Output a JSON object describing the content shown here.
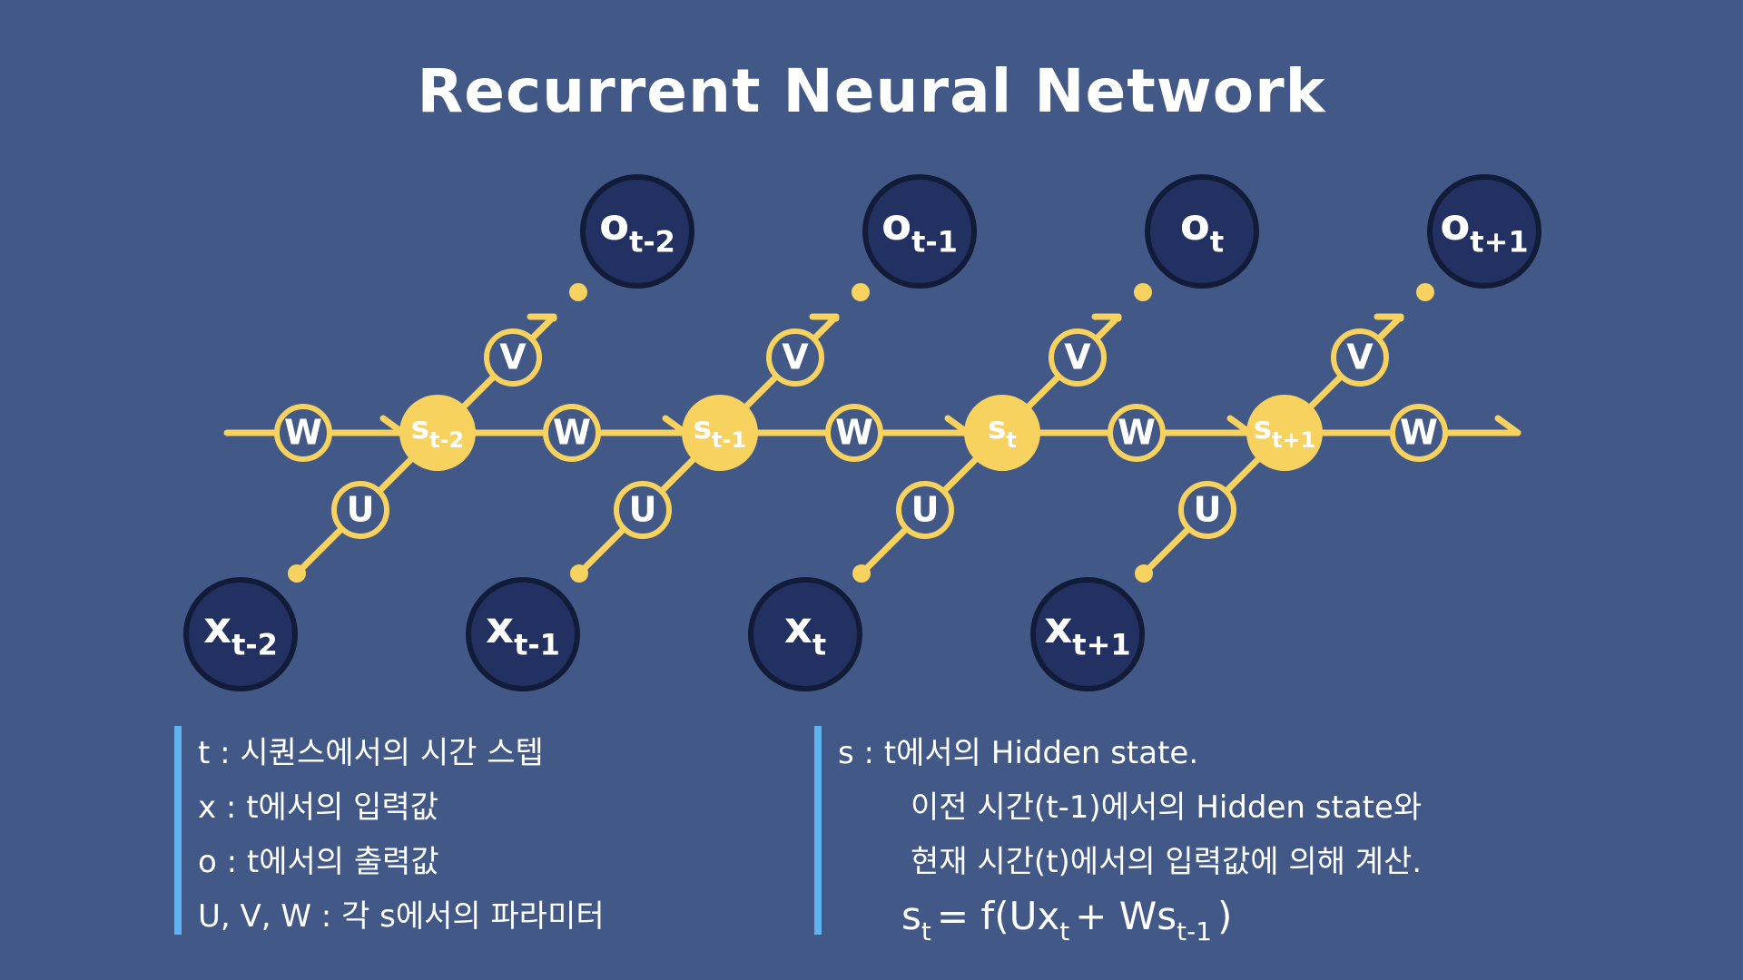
{
  "title": "Recurrent Neural Network",
  "colors": {
    "background": "#425887",
    "accent": "#f8d25e",
    "node_fill": "#223162",
    "node_stroke": "#121b38",
    "legend_bar": "#5fb4f0",
    "text": "#ffffff"
  },
  "steps": [
    {
      "input": {
        "base": "x",
        "sub": "t-2"
      },
      "hidden": {
        "base": "s",
        "sub": "t-2"
      },
      "output": {
        "base": "o",
        "sub": "t-2"
      }
    },
    {
      "input": {
        "base": "x",
        "sub": "t-1"
      },
      "hidden": {
        "base": "s",
        "sub": "t-1"
      },
      "output": {
        "base": "o",
        "sub": "t-1"
      }
    },
    {
      "input": {
        "base": "x",
        "sub": "t"
      },
      "hidden": {
        "base": "s",
        "sub": "t"
      },
      "output": {
        "base": "o",
        "sub": "t"
      }
    },
    {
      "input": {
        "base": "x",
        "sub": "t+1"
      },
      "hidden": {
        "base": "s",
        "sub": "t+1"
      },
      "output": {
        "base": "o",
        "sub": "t+1"
      }
    }
  ],
  "weights": {
    "input": "U",
    "output": "V",
    "recurrent": "W"
  },
  "legend_left": [
    "t : 시퀀스에서의 시간 스텝",
    "x : t에서의 입력값",
    "o : t에서의 출력값",
    "U, V, W : 각 s에서의 파라미터"
  ],
  "legend_right": [
    "s : t에서의 Hidden state.",
    "이전 시간(t-1)에서의 Hidden state와",
    "현재 시간(t)에서의 입력값에 의해 계산."
  ],
  "formula": {
    "lhs": "s",
    "lhs_sub": "t",
    "middle": "= f(Ux",
    "x_sub": "t",
    "plus": "+ Ws",
    "s_sub": "t-1",
    "end": ")"
  }
}
